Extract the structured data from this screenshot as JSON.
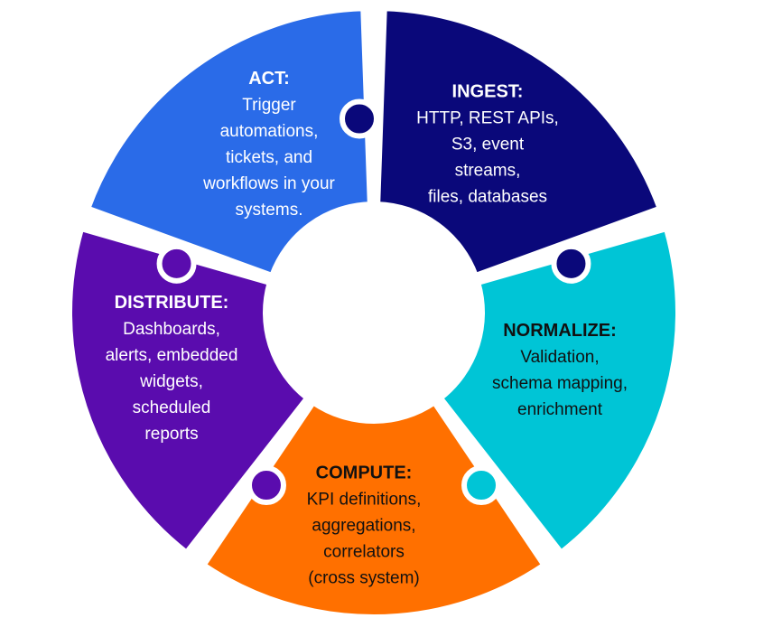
{
  "segments": [
    {
      "id": "ingest",
      "title": "INGEST:",
      "lines": [
        "HTTP, REST APIs,",
        "S3, event",
        "streams,",
        "files, databases"
      ],
      "color": "#0a087a",
      "text_color": "light"
    },
    {
      "id": "normalize",
      "title": "NORMALIZE:",
      "lines": [
        "Validation,",
        "schema mapping,",
        "enrichment"
      ],
      "color": "#00c5d6",
      "text_color": "dark"
    },
    {
      "id": "compute",
      "title": "COMPUTE:",
      "lines": [
        "KPI definitions,",
        "aggregations,",
        "correlators",
        "(cross system)"
      ],
      "color": "#ff7000",
      "text_color": "dark"
    },
    {
      "id": "distribute",
      "title": "DISTRIBUTE:",
      "lines": [
        "Dashboards,",
        "alerts, embedded",
        "widgets,",
        "scheduled",
        "reports"
      ],
      "color": "#5a0cae",
      "text_color": "light"
    },
    {
      "id": "act",
      "title": "ACT:",
      "lines": [
        "Trigger",
        "automations,",
        "tickets, and",
        "workflows in your",
        "systems."
      ],
      "color": "#2a6be8",
      "text_color": "light"
    }
  ]
}
